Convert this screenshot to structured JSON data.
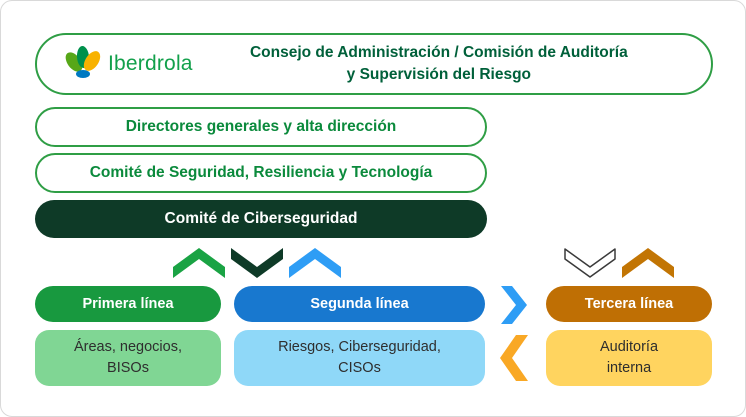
{
  "header": {
    "logo": "Iberdrola",
    "title_line1": "Consejo de Administración / Comisión de Auditoría",
    "title_line2": "y Supervisión del Riesgo"
  },
  "levels": {
    "directors": "Directores generales y alta dirección",
    "security_committee": "Comité de Seguridad, Resiliencia y Tecnología",
    "cyber_committee": "Comité de Ciberseguridad"
  },
  "lines": {
    "first": {
      "title": "Primera línea",
      "detail_line1": "Áreas, negocios,",
      "detail_line2": "BISOs"
    },
    "second": {
      "title": "Segunda línea",
      "detail_line1": "Riesgos, Ciberseguridad,",
      "detail_line2": "CISOs"
    },
    "third": {
      "title": "Tercera línea",
      "detail_line1": "Auditoría",
      "detail_line2": "interna"
    }
  },
  "icons": {
    "left_flow": [
      "chevron-up-green",
      "chevron-down-darkgreen",
      "chevron-up-blue"
    ],
    "right_flow": [
      "chevron-down-outline",
      "chevron-up-orange"
    ],
    "between_lines": [
      "chevron-right-blue",
      "chevron-left-orange"
    ]
  },
  "colors": {
    "outline_green": "#2f9e45",
    "board_title_green": "#00603a",
    "level_text_green": "#0b8a3c",
    "cyber_dark_green": "#0e3a27",
    "first_line": "#18993f",
    "first_line_light": "#80d694",
    "second_line": "#1878cf",
    "second_line_light": "#8fd8f8",
    "third_line": "#bf6f04",
    "third_line_light": "#ffd45f",
    "chevron_blue": "#2e9df5",
    "chevron_orange": "#f9a825"
  }
}
